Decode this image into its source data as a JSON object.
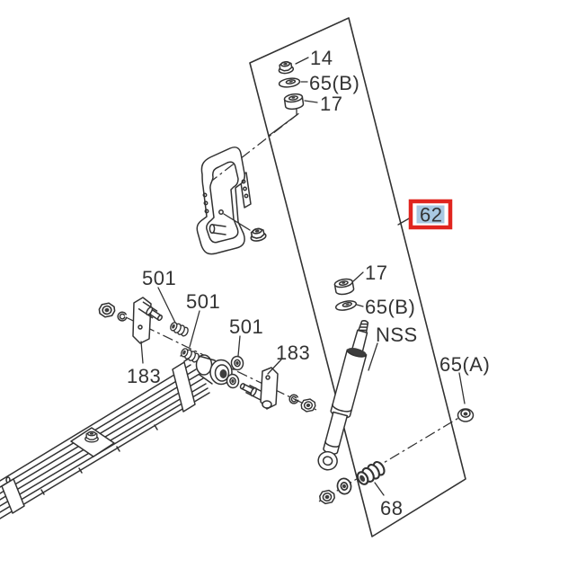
{
  "diagram_type": "exploded-parts-diagram",
  "labels": {
    "part_14": "14",
    "part_65b_upper": "65(B)",
    "part_17_upper": "17",
    "part_62": "62",
    "part_17_lower": "17",
    "part_65b_lower": "65(B)",
    "part_nss": "NSS",
    "part_65a": "65(A)",
    "part_501_a": "501",
    "part_501_b": "501",
    "part_501_c": "501",
    "part_183_a": "183",
    "part_183_b": "183",
    "part_68": "68"
  },
  "highlight": {
    "selected_part": "62"
  },
  "colors": {
    "background": "#ffffff",
    "line": "#323232",
    "label_text": "#333333",
    "highlight_border": "#e0251f",
    "highlight_fill": "#a8c8e2",
    "highlight_text": "#1d4a84",
    "shade": "#3d3d3d"
  }
}
